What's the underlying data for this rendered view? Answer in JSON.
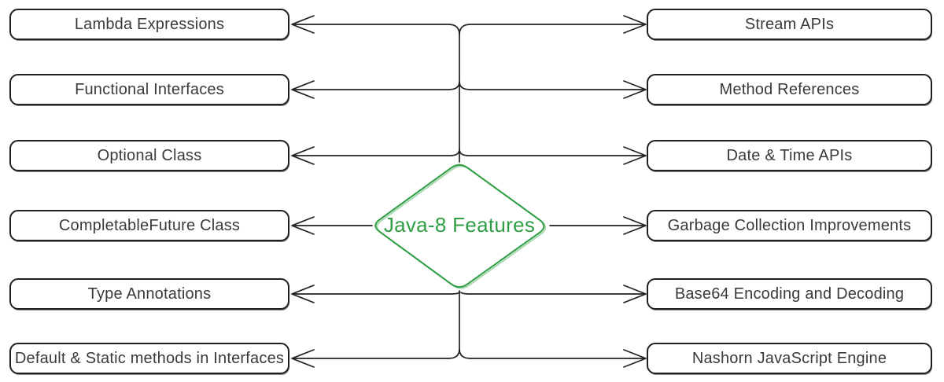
{
  "diagram": {
    "center_label": "Java-8 Features",
    "colors": {
      "center_stroke": "#2f9e44",
      "center_text": "#2f9e44",
      "connector": "#222222",
      "node_border": "#202020",
      "node_text": "#3a3a3a",
      "background": "#ffffff"
    },
    "nodes": {
      "left": [
        "Lambda Expressions",
        "Functional Interfaces",
        "Optional Class",
        "CompletableFuture Class",
        "Type Annotations",
        "Default & Static methods in Interfaces"
      ],
      "right": [
        "Stream APIs",
        "Method References",
        "Date & Time APIs",
        "Garbage Collection Improvements",
        "Base64 Encoding and Decoding",
        "Nashorn JavaScript Engine"
      ]
    }
  }
}
